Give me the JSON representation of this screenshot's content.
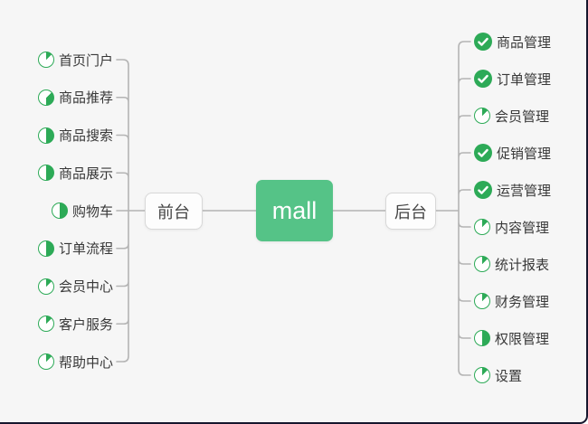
{
  "colors": {
    "background": "#f6f6f6",
    "accent_green": "#2daa57",
    "center_node_green": "#55c387",
    "connector_gray": "#b4b4b4",
    "text_dark": "#383838",
    "node_border": "#d8d8d8",
    "frame_edge": "#16162d"
  },
  "center_node": {
    "label": "mall"
  },
  "branches": {
    "left": {
      "node_label": "前台",
      "items": [
        {
          "label": "首页门户",
          "icon": "progress-pie",
          "progress": [
            0,
            45
          ]
        },
        {
          "label": "商品推荐",
          "icon": "progress-pie",
          "progress": [
            45,
            180
          ]
        },
        {
          "label": "商品搜索",
          "icon": "progress-pie",
          "progress": [
            0,
            180
          ]
        },
        {
          "label": "商品展示",
          "icon": "progress-pie",
          "progress": [
            0,
            180
          ]
        },
        {
          "label": "购物车",
          "icon": "progress-pie",
          "progress": [
            0,
            180
          ]
        },
        {
          "label": "订单流程",
          "icon": "progress-pie",
          "progress": [
            0,
            180
          ]
        },
        {
          "label": "会员中心",
          "icon": "progress-pie",
          "progress": [
            0,
            45
          ]
        },
        {
          "label": "客户服务",
          "icon": "progress-pie",
          "progress": [
            0,
            45
          ]
        },
        {
          "label": "帮助中心",
          "icon": "progress-pie",
          "progress": [
            0,
            45
          ]
        }
      ]
    },
    "right": {
      "node_label": "后台",
      "items": [
        {
          "label": "商品管理",
          "icon": "done-check"
        },
        {
          "label": "订单管理",
          "icon": "done-check"
        },
        {
          "label": "会员管理",
          "icon": "progress-pie",
          "progress": [
            0,
            45
          ]
        },
        {
          "label": "促销管理",
          "icon": "done-check"
        },
        {
          "label": "运营管理",
          "icon": "done-check"
        },
        {
          "label": "内容管理",
          "icon": "progress-pie",
          "progress": [
            0,
            45
          ]
        },
        {
          "label": "统计报表",
          "icon": "progress-pie",
          "progress": [
            0,
            45
          ]
        },
        {
          "label": "财务管理",
          "icon": "progress-pie",
          "progress": [
            0,
            45
          ]
        },
        {
          "label": "权限管理",
          "icon": "progress-pie",
          "progress": [
            0,
            180
          ]
        },
        {
          "label": "设置",
          "icon": "progress-pie",
          "progress": [
            0,
            45
          ]
        }
      ]
    }
  }
}
